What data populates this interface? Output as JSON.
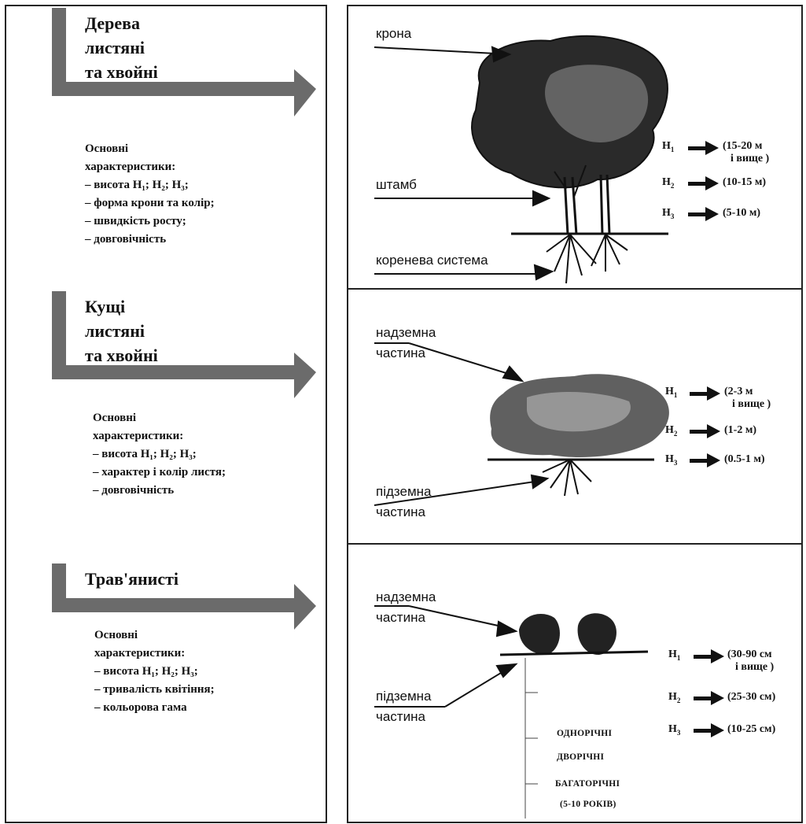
{
  "categories": [
    {
      "title": [
        "Дерева",
        "листяні",
        "та хвойні"
      ],
      "characteristics_head": [
        "Основні",
        "характеристики:"
      ],
      "characteristics": [
        "– висота H₁; H₂; H₃;",
        "– форма крони та колір;",
        "– швидкість росту;",
        "– довговічність"
      ]
    },
    {
      "title": [
        "Кущі",
        "листяні",
        "та хвойні"
      ],
      "characteristics_head": [
        "Основні",
        "характеристики:"
      ],
      "characteristics": [
        "– висота H₁; H₂; H₃;",
        "– характер і колір листя;",
        "– довговічність"
      ]
    },
    {
      "title": [
        "Трав'янисті"
      ],
      "characteristics_head": [
        "Основні",
        "характеристики:"
      ],
      "characteristics": [
        "– висота H₁; H₂; H₃;",
        "– тривалість квітіння;",
        "– кольорова гама"
      ]
    }
  ],
  "tree_panel": {
    "labels": {
      "crown": "крона",
      "trunk": "штамб",
      "roots": "коренева система"
    },
    "heights": [
      {
        "h": "H",
        "sub": "1",
        "value": "(15-20 м",
        "value2": "і вище )"
      },
      {
        "h": "H",
        "sub": "2",
        "value": "(10-15 м)"
      },
      {
        "h": "H",
        "sub": "3",
        "value": "(5-10 м)"
      }
    ]
  },
  "shrub_panel": {
    "labels": {
      "above_1": "надземна",
      "above_2": "частина",
      "below_1": "підземна",
      "below_2": "частина"
    },
    "heights": [
      {
        "h": "H",
        "sub": "1",
        "value": "(2-3 м",
        "value2": "і вище )"
      },
      {
        "h": "H",
        "sub": "2",
        "value": "(1-2 м)"
      },
      {
        "h": "H",
        "sub": "3",
        "value": "(0.5-1 м)"
      }
    ]
  },
  "herb_panel": {
    "labels": {
      "above_1": "надземна",
      "above_2": "частина",
      "below_1": "підземна",
      "below_2": "частина"
    },
    "heights": [
      {
        "h": "H",
        "sub": "1",
        "value": "(30-90 см",
        "value2": "і вище )"
      },
      {
        "h": "H",
        "sub": "2",
        "value": "(25-30 см)"
      },
      {
        "h": "H",
        "sub": "3",
        "value": "(10-25 см)"
      }
    ],
    "durations": [
      "ОДНОРІЧНІ",
      "ДВОРІЧНІ",
      "БАГАТОРІЧНІ",
      "(5-10 РОКІВ)"
    ]
  },
  "colors": {
    "ink": "#111111",
    "arrow_gray": "#6b6b6b",
    "frame": "#222222"
  }
}
